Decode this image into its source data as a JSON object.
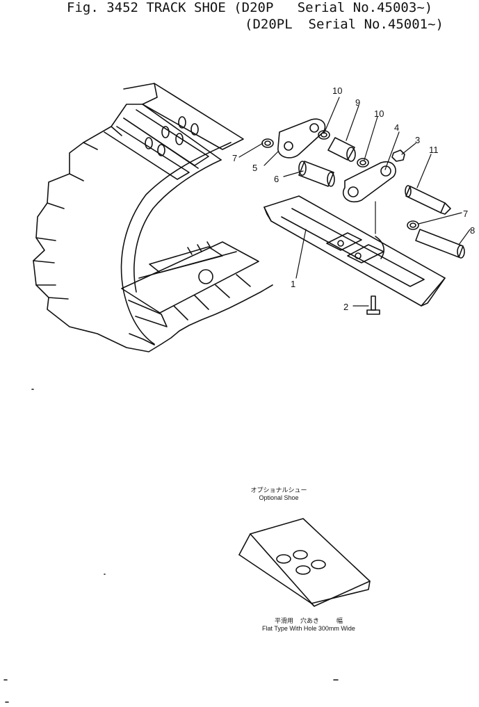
{
  "title": {
    "line1": "Fig. 3452 TRACK SHOE (D20P   Serial No.45003~)",
    "line2": "(D20PL  Serial No.45001~)"
  },
  "callouts": {
    "c1": "1",
    "c2": "2",
    "c3": "3",
    "c4": "4",
    "c5": "5",
    "c6": "6",
    "c7a": "7",
    "c7b": "7",
    "c8": "8",
    "c9": "9",
    "c10a": "10",
    "c10b": "10",
    "c11": "11"
  },
  "optional_shoe": {
    "jp": "オプショナルシュー",
    "en": "Optional Shoe"
  },
  "flat_type": {
    "jp": "平滑用    穴あき          幅",
    "en": "Flat Type With Hole 300mm Wide"
  },
  "colors": {
    "line": "#111111",
    "background": "#ffffff"
  }
}
